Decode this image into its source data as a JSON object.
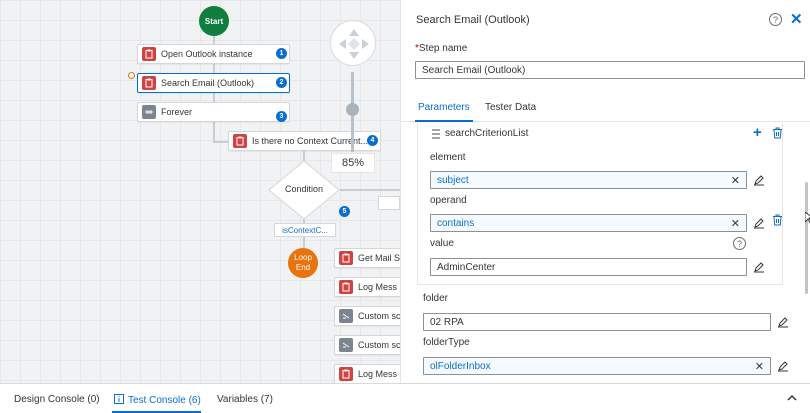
{
  "canvas": {
    "start_label": "Start",
    "nodes": [
      {
        "label": "Open Outlook instance",
        "badge": "1"
      },
      {
        "label": "Search Email (Outlook)",
        "badge": "2"
      },
      {
        "label": "Forever",
        "badge": "3"
      },
      {
        "label": "Is there no Context Current...",
        "badge": "4"
      }
    ],
    "condition_label": "Condition",
    "condition_badge": "5",
    "branch_label": "isContextC...",
    "loop_end_label_1": "Loop",
    "loop_end_label_2": "End",
    "zoom_level": "85%",
    "right_nodes": [
      {
        "label": "Get Mail S"
      },
      {
        "label": "Log Mess"
      },
      {
        "label": "Custom sc"
      },
      {
        "label": "Custom sc"
      },
      {
        "label": "Log Mess"
      }
    ]
  },
  "panel": {
    "title": "Search Email (Outlook)",
    "step_name_label": "Step name",
    "step_name_value": "Search Email (Outlook)",
    "tabs": [
      {
        "label": "Parameters"
      },
      {
        "label": "Tester Data"
      }
    ],
    "list_title": "searchCriterionList",
    "element_label": "element",
    "element_value": "subject",
    "operand_label": "operand",
    "operand_value": "contains",
    "value_label": "value",
    "value_value": "AdminCenter",
    "folder_label": "folder",
    "folder_value": "02 RPA",
    "folder_type_label": "folderType",
    "folder_type_value": "olFolderInbox"
  },
  "bottom": {
    "tabs": [
      {
        "label": "Design Console (0)"
      },
      {
        "label": "Test Console (6)"
      },
      {
        "label": "Variables (7)"
      }
    ]
  },
  "colors": {
    "accent": "#0a6ed1",
    "start": "#107e3e",
    "loop_end": "#e9730c",
    "activity_icon": "#d04343"
  }
}
